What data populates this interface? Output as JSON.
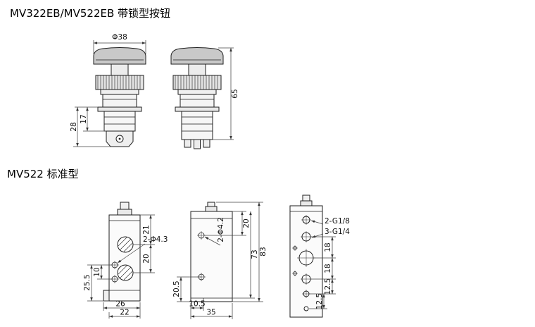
{
  "titles": {
    "locking": "MV322EB/MV522EB 带锁型按钮",
    "standard": "MV522 标准型"
  },
  "locking_views": {
    "cap_diameter": "Φ38",
    "height_17": "17",
    "height_28": "28",
    "overall_height_65": "65"
  },
  "standard_side_view": {
    "mount_hole_label": "2-Φ4.3",
    "dim_21": "21",
    "dim_20": "20",
    "dim_10": "10",
    "dim_25_5": "25.5",
    "dim_26": "26",
    "dim_22": "22"
  },
  "standard_front_view": {
    "mount_hole_label": "2-Φ4.2",
    "dim_20": "20",
    "dim_73": "73",
    "dim_83": "83",
    "dim_20_5": "20.5",
    "dim_10_5": "10.5",
    "dim_35": "35"
  },
  "standard_port_view": {
    "port_label_g18": "2-G1/8",
    "port_label_g14": "3-G1/4",
    "dim_18_upper": "18",
    "dim_18_lower": "18",
    "dim_12_5_lower": "12.5",
    "dim_12_5_bottom": "12.5"
  }
}
